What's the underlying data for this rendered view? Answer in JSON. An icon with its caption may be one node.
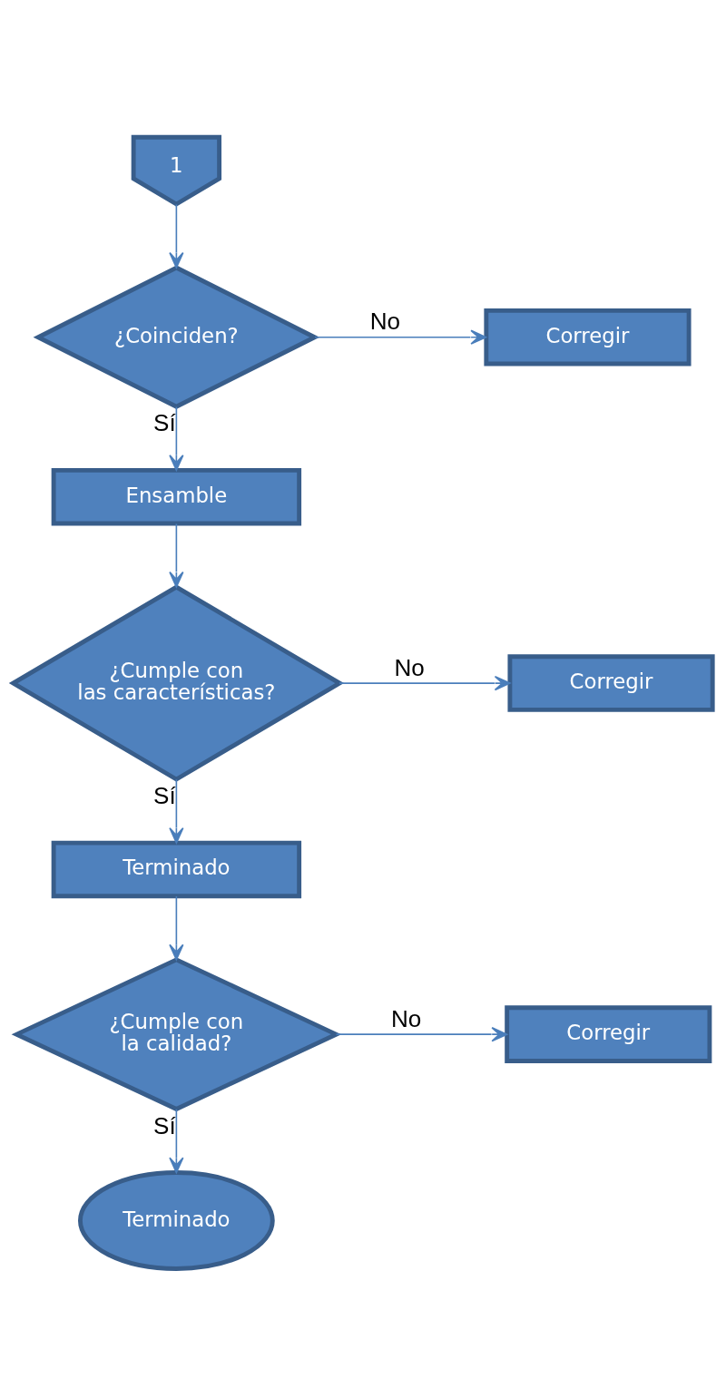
{
  "diagram": {
    "nodes": [
      {
        "text": [
          "1"
        ]
      },
      {
        "text": [
          "¿Coinciden?"
        ]
      },
      {
        "text": [
          "Corregir"
        ]
      },
      {
        "text": [
          "Ensamble"
        ]
      },
      {
        "text": [
          "¿Cumple con las características?"
        ]
      },
      {
        "text": [
          "Corregir"
        ]
      },
      {
        "text": [
          "Terminado"
        ]
      },
      {
        "text": [
          "¿Cumple con la calidad?"
        ]
      },
      {
        "text": [
          "Corregir"
        ]
      },
      {
        "text": [
          "Terminado"
        ]
      }
    ],
    "edges": [
      {
        "from": 0,
        "to": 1,
        "arrow": "to"
      },
      {
        "from": 1,
        "to": 2,
        "arrow": "to",
        "label": "No"
      },
      {
        "from": 1,
        "to": 3,
        "arrow": "to",
        "label": "Sí"
      },
      {
        "from": 3,
        "to": 4,
        "arrow": "to"
      },
      {
        "from": 4,
        "to": 5,
        "arrow": "to",
        "label": "No"
      },
      {
        "from": 4,
        "to": 6,
        "arrow": "to",
        "label": "Sí"
      },
      {
        "from": 6,
        "to": 7,
        "arrow": "to"
      },
      {
        "from": 7,
        "to": 8,
        "arrow": "to",
        "label": "No"
      },
      {
        "from": 7,
        "to": 9,
        "arrow": "to",
        "label": "Sí"
      }
    ]
  }
}
